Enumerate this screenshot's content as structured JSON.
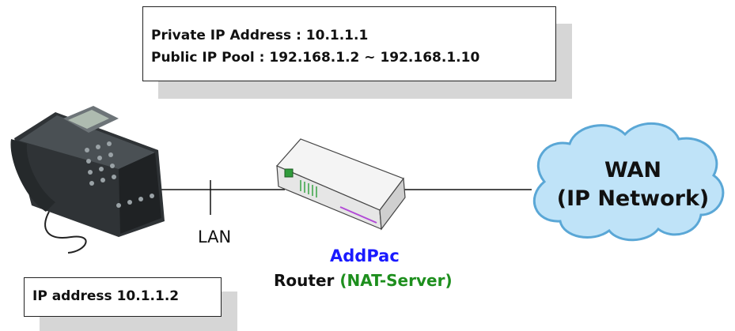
{
  "top_box": {
    "line1": "Private IP Address : 10.1.1.1",
    "line2": "Public IP Pool : 192.168.1.2 ~ 192.168.1.10"
  },
  "phone_box": {
    "text": "IP address 10.1.1.2"
  },
  "lan_label": "LAN",
  "router": {
    "brand": "AddPac",
    "name": "Router",
    "role": "(NAT-Server)"
  },
  "wan": {
    "title": "WAN",
    "subtitle": "(IP Network)"
  },
  "colors": {
    "brand_blue": "#1a1aff",
    "nat_green": "#1e8f1e",
    "cloud_fill": "#bfe3f8",
    "cloud_stroke": "#5aa7d6"
  }
}
